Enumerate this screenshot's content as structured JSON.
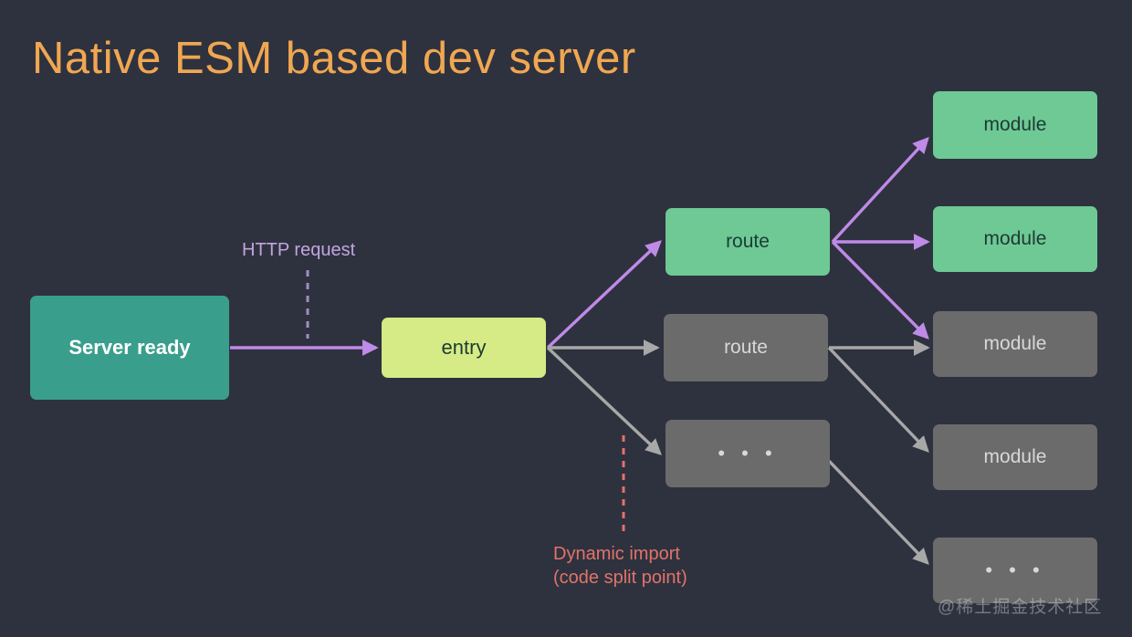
{
  "slide": {
    "title": "Native ESM based dev server",
    "background_color": "#2e323e",
    "title_color": "#f0a752",
    "watermark": "@稀土掘金技术社区"
  },
  "colors": {
    "teal": "#3a9e8c",
    "lime": "#d6eb86",
    "green": "#6ec995",
    "gray": "#6b6b6b",
    "purple_arrow": "#c08ae8",
    "gray_arrow": "#a8a8a8",
    "http_label": "#c2a5e0",
    "dynamic_label": "#e2736a"
  },
  "nodes": [
    {
      "id": "server-ready",
      "label": "Server\nready",
      "style": "teal"
    },
    {
      "id": "entry",
      "label": "entry",
      "style": "lime"
    },
    {
      "id": "route-1",
      "label": "route",
      "style": "green"
    },
    {
      "id": "route-2",
      "label": "route",
      "style": "gray"
    },
    {
      "id": "route-3",
      "label": "• • •",
      "style": "gray"
    },
    {
      "id": "module-1",
      "label": "module",
      "style": "green"
    },
    {
      "id": "module-2",
      "label": "module",
      "style": "green"
    },
    {
      "id": "module-3",
      "label": "module",
      "style": "gray"
    },
    {
      "id": "module-4",
      "label": "module",
      "style": "gray"
    },
    {
      "id": "module-5",
      "label": "• • •",
      "style": "gray"
    }
  ],
  "labels": {
    "http_request": "HTTP request",
    "dynamic_import": "Dynamic import\n(code split point)"
  }
}
